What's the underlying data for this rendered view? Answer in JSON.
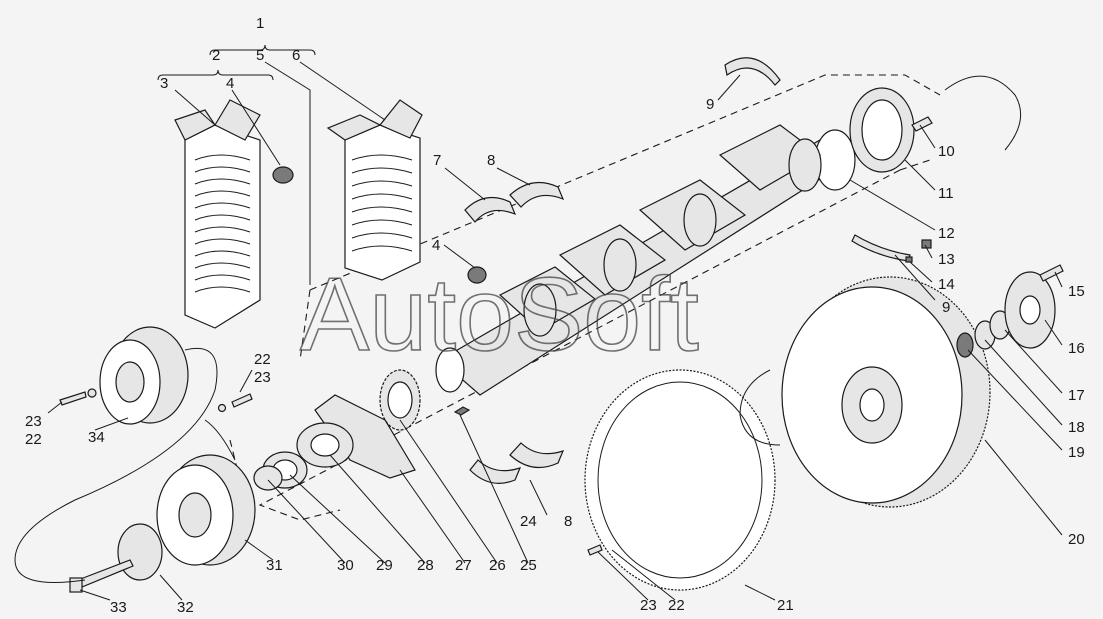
{
  "watermark": "AutoSoft",
  "labels": {
    "l1": "1",
    "l2": "2",
    "l3": "3",
    "l4a": "4",
    "l4b": "4",
    "l5": "5",
    "l6": "6",
    "l7": "7",
    "l8a": "8",
    "l8b": "8",
    "l9a": "9",
    "l9b": "9",
    "l10": "10",
    "l11": "11",
    "l12": "12",
    "l13": "13",
    "l14": "14",
    "l15": "15",
    "l16": "16",
    "l17": "17",
    "l18": "18",
    "l19": "19",
    "l20": "20",
    "l21": "21",
    "l22a": "22",
    "l22b": "22",
    "l22c": "22",
    "l23a": "23",
    "l23b": "23",
    "l23c": "23",
    "l24": "24",
    "l25": "25",
    "l26": "26",
    "l27": "27",
    "l28": "28",
    "l29": "29",
    "l30": "30",
    "l31": "31",
    "l32": "32",
    "l33": "33",
    "l34": "34"
  }
}
